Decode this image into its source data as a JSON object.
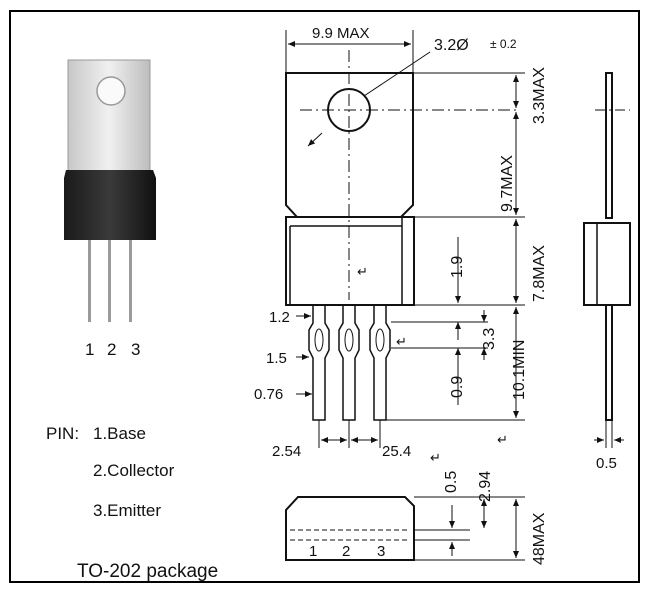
{
  "photo": {
    "pin_numbers": [
      "1",
      "2",
      "3"
    ]
  },
  "pins": {
    "title": "PIN:",
    "items": [
      "1.Base",
      "2.Collector",
      "3.Emitter"
    ]
  },
  "package_label": "TO-202 package",
  "dimensions": {
    "width_max": "9.9 MAX",
    "hole_dia": "3.2Ø",
    "hole_tol": "± 0.2",
    "tab_top": "3.3MAX",
    "tab_height": "9.7MAX",
    "body_height": "7.8MAX",
    "lead_length": "10.1MIN",
    "d_1_9": "1.9",
    "d_3_3": "3.3",
    "d_0_9": "0.9",
    "lead_w_upper": "1.2",
    "lead_w_mid": "1.5",
    "lead_w_lower": "0.76",
    "pitch": "2.54",
    "span": "25.4",
    "thickness": "0.5",
    "d_0_5": "0.5",
    "d_2_94": "2.94",
    "height_48": "48MAX",
    "bottom_pins": [
      "1",
      "2",
      "3"
    ]
  },
  "marks": {
    "return": "↵"
  }
}
